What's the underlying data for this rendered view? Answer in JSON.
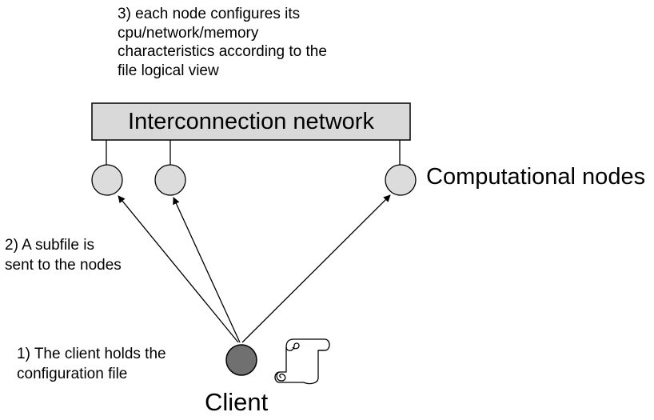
{
  "annotations": {
    "step3": "3) each node configures its\ncpu/network/memory\ncharacteristics according to the\nfile logical view",
    "step2": "2) A subfile is\nsent to the nodes",
    "step1": "1) The client holds the\nconfiguration file"
  },
  "network": {
    "label": "Interconnection network"
  },
  "nodes": {
    "label": "Computational nodes",
    "count": 3
  },
  "client": {
    "label": "Client"
  },
  "colors": {
    "network_fill": "#d9d9d9",
    "node_fill": "#dcdcdc",
    "client_fill": "#707070",
    "stroke": "#000000"
  },
  "icons": {
    "config_file": "scroll-icon"
  }
}
